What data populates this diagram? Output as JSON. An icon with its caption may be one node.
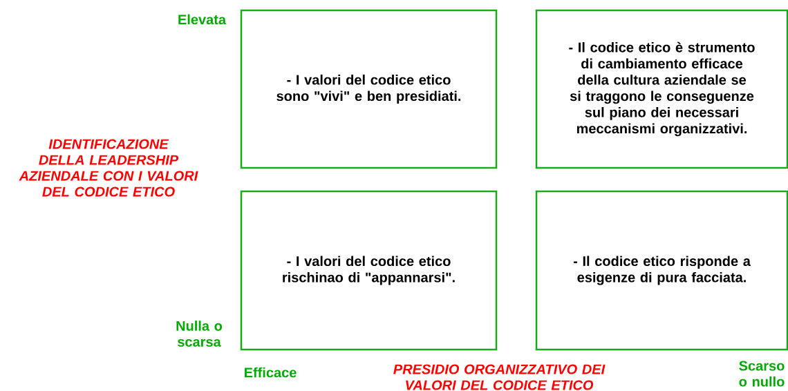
{
  "diagram": {
    "nodes": [
      {
        "text": [
          "- I valori del codice etico sono \"vivi\" e ben presidiati."
        ]
      },
      {
        "text": [
          "- Il codice etico è strumento di cambiamento efficace della cultura aziendale se si traggono le conseguenze sul piano dei necessari meccanismi organizzativi."
        ]
      },
      {
        "text": [
          "- I valori del codice etico rischinao di \"appannarsi\"."
        ]
      },
      {
        "text": [
          "- Il codice etico risponde a esigenze di pura facciata."
        ]
      }
    ],
    "edges": [],
    "labels": [
      "Elevata",
      "IDENTIFICAZIONE DELLA LEADERSHIP AZIENDALE CON I VALORI DEL CODICE ETICO",
      "Nulla o scarsa",
      "Efficace",
      "PRESIDIO ORGANIZZATIVO DEI VALORI DEL CODICE ETICO",
      "Scarso o nullo"
    ]
  }
}
